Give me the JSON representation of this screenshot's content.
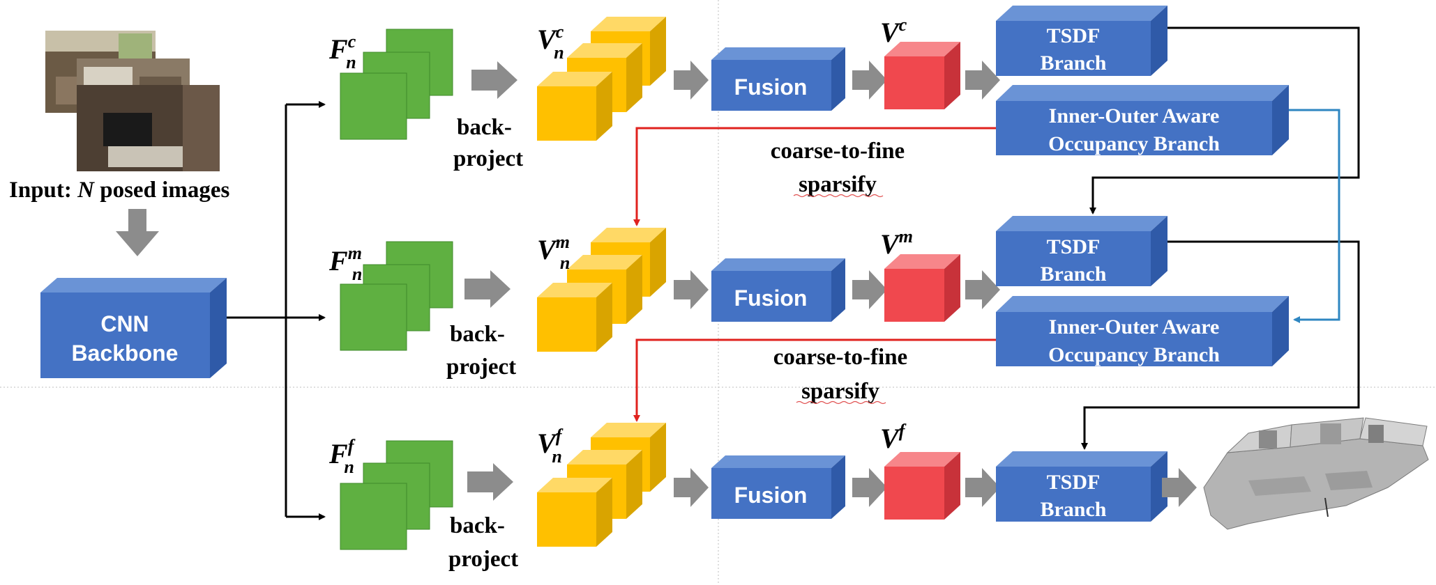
{
  "input": {
    "prefix": "Input: ",
    "n": "N",
    "suffix": " posed images"
  },
  "backbone": {
    "line1": "CNN",
    "line2": "Backbone"
  },
  "rows": [
    {
      "feat_base": "F",
      "feat_sup": "c",
      "feat_sub": "n",
      "vol_base": "V",
      "vol_sup": "c",
      "vol_sub": "n",
      "fused_base": "V",
      "fused_sup": "c",
      "backproject_1": "back-",
      "backproject_2": "project",
      "fusion": "Fusion",
      "tsdf_1": "TSDF",
      "tsdf_2": "Branch",
      "occ_1": "Inner-Outer Aware",
      "occ_2": "Occupancy Branch",
      "sparsify_1": "coarse-to-fine",
      "sparsify_2": "sparsify"
    },
    {
      "feat_base": "F",
      "feat_sup": "m",
      "feat_sub": "n",
      "vol_base": "V",
      "vol_sup": "m",
      "vol_sub": "n",
      "fused_base": "V",
      "fused_sup": "m",
      "backproject_1": "back-",
      "backproject_2": "project",
      "fusion": "Fusion",
      "tsdf_1": "TSDF",
      "tsdf_2": "Branch",
      "occ_1": "Inner-Outer Aware",
      "occ_2": "Occupancy Branch",
      "sparsify_1": "coarse-to-fine",
      "sparsify_2": "sparsify"
    },
    {
      "feat_base": "F",
      "feat_sup": "f",
      "feat_sub": "n",
      "vol_base": "V",
      "vol_sup": "f",
      "vol_sub": "n",
      "fused_base": "V",
      "fused_sup": "f",
      "backproject_1": "back-",
      "backproject_2": "project",
      "fusion": "Fusion",
      "tsdf_1": "TSDF",
      "tsdf_2": "Branch"
    }
  ],
  "colors": {
    "block_blue": "#4472C4",
    "feature_green": "#5FB041",
    "volume_yellow": "#FFC000",
    "fused_red": "#F0484E",
    "arrow_gray": "#8C8C8C",
    "arrow_red": "#E0221E",
    "arrow_blue": "#2E86C1",
    "arrow_black": "#000000"
  }
}
